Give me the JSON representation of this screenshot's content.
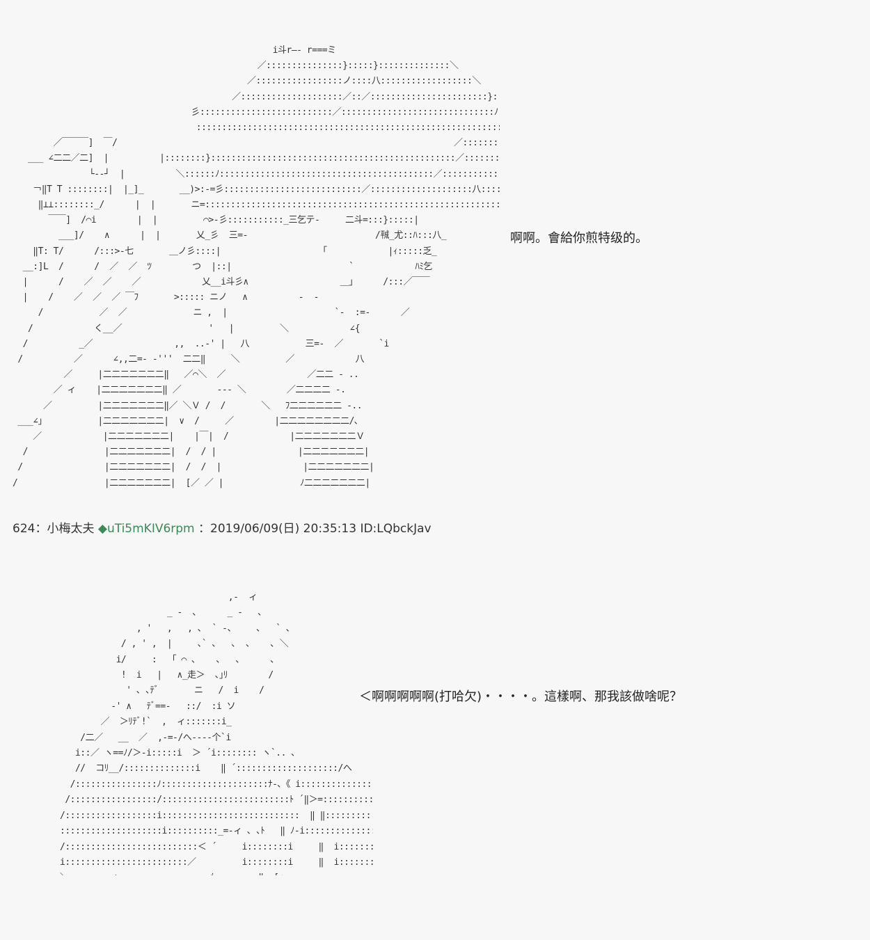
{
  "post": {
    "number": "624",
    "separator": "：",
    "name": "小梅太夫",
    "trip_mark": "◆",
    "trip": "uTi5mKIV6rpm",
    "date_separator": "：",
    "datetime": "2019/06/09(日) 20:35:13",
    "id": "ID:LQbckJav"
  },
  "dialogue": {
    "line_1": "啊啊。會給你煎特级的。",
    "line_2": "＜啊啊啊啊啊(打哈欠)・・・・。這樣啊、那我該做啥呢？"
  },
  "colors": {
    "background": "#f7f7f7",
    "text": "#222222",
    "trip": "#3a8a55"
  }
}
